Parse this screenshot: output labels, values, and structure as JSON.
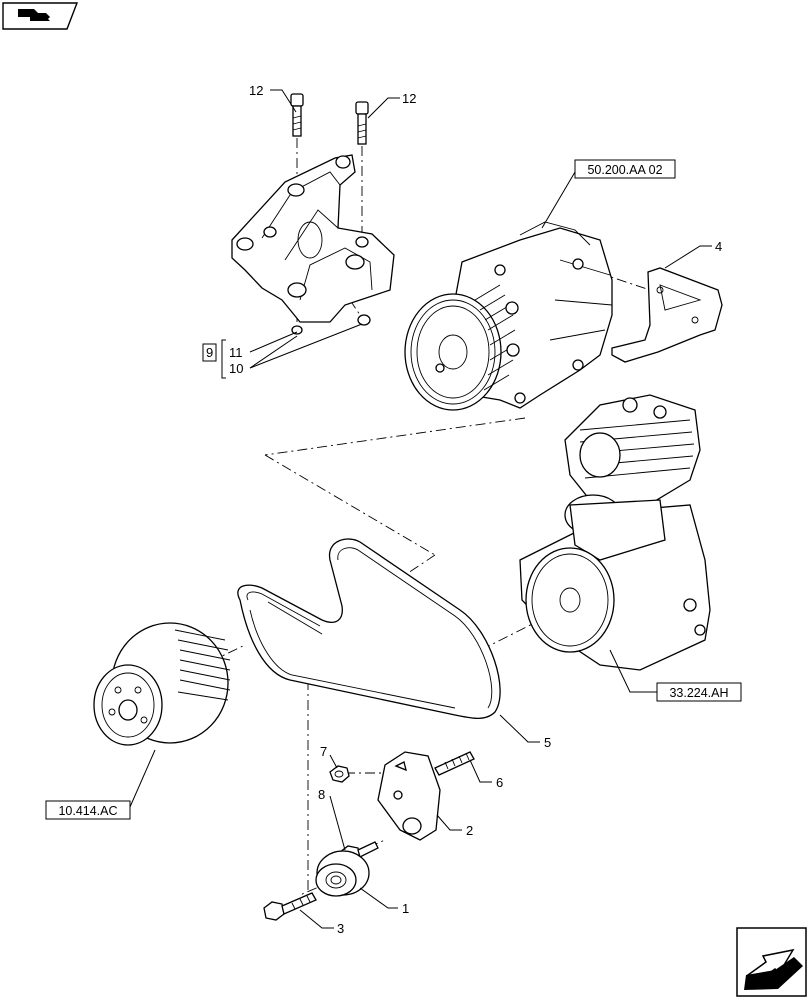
{
  "references": {
    "compressor_ref": "50.200.AA 02",
    "air_compressor_ref": "33.224.AH",
    "crank_pulley_ref": "10.414.AC"
  },
  "callouts": {
    "c1": "1",
    "c2": "2",
    "c3": "3",
    "c4": "4",
    "c5": "5",
    "c6": "6",
    "c7": "7",
    "c8": "8",
    "c9": "9",
    "c10": "10",
    "c11": "11",
    "c12a": "12",
    "c12b": "12"
  },
  "icons": {
    "top_left": "book-arrow-icon",
    "bottom_right": "next-page-arrow-icon"
  }
}
